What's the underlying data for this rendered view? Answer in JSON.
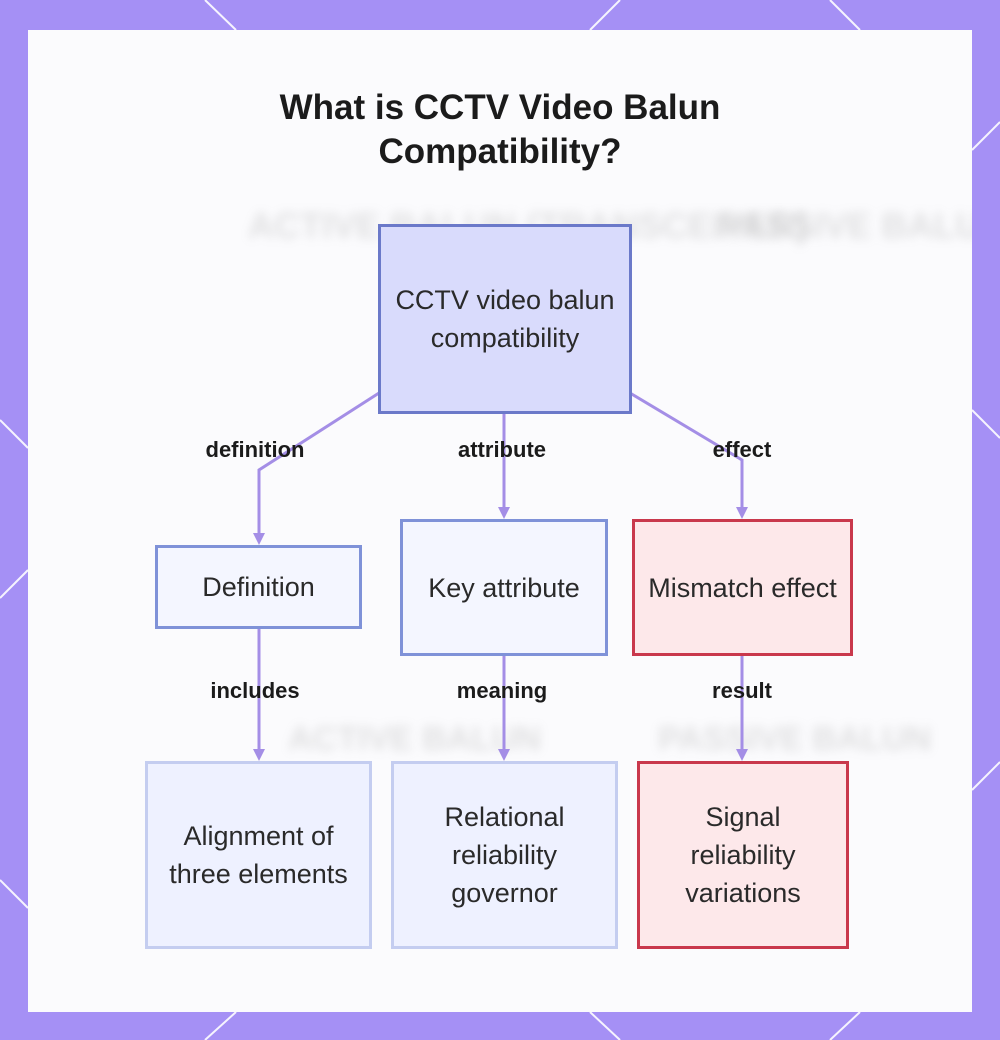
{
  "title": {
    "line1": "What is CCTV Video Balun",
    "line2": "Compatibility?"
  },
  "nodes": {
    "root": "CCTV video balun compatibility",
    "definition": "Definition",
    "key_attribute": "Key attribute",
    "mismatch_effect": "Mismatch effect",
    "alignment": "Alignment of three elements",
    "relational": "Relational reliability governor",
    "signal": "Signal reliability variations"
  },
  "edge_labels": {
    "definition": "definition",
    "attribute": "attribute",
    "effect": "effect",
    "includes": "includes",
    "meaning": "meaning",
    "result": "result"
  },
  "background_text": {
    "active_balun_top": "ACTIVE BALUN (TRANSCEIVER)",
    "passive_balun_top": "PASSIVE BALUN",
    "active_balun_bottom": "ACTIVE BALUN",
    "passive_balun_bottom": "PASSIVE BALUN"
  },
  "colors": {
    "frame": "#a590f5",
    "connector": "#a48ee6",
    "root_fill": "#d9dbfc",
    "root_border": "#6b79c9",
    "red_fill": "#fde8ea",
    "red_border": "#c9384c"
  }
}
